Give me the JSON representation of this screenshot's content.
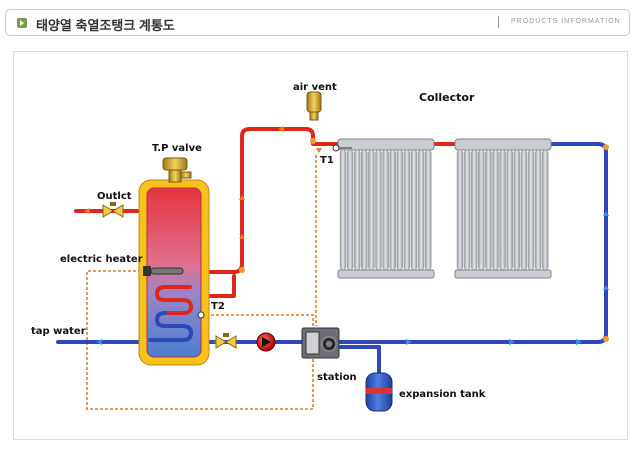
{
  "header": {
    "title": "태양열 축열조탱크 계통도",
    "section": "PRODUCTS INFORMATION"
  },
  "diagram": {
    "labels": {
      "air_vent": "air vent",
      "collector": "Collector",
      "tp_valve": "T.P valve",
      "t1": "T1",
      "t2": "T2",
      "outlet": "Outlct",
      "electric_heater": "electric heater",
      "tap_water": "tap water",
      "station": "station",
      "expansion_tank": "expansion tank"
    },
    "colors": {
      "hot_pipe": "#e0251b",
      "cold_pipe": "#2d48b8",
      "control_wire": "#d9822b",
      "tank_shell": "#f6c21b",
      "arrow_hot": "#f47c1c",
      "arrow_cold": "#2f8fe0"
    }
  }
}
